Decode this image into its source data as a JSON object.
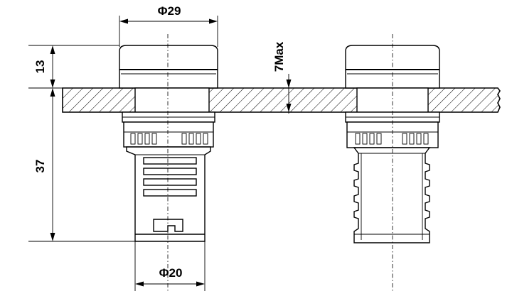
{
  "dimensions": {
    "top_diameter": "Φ29",
    "bottom_diameter": "Φ20",
    "head_height": "13",
    "body_height": "37",
    "panel_thickness": "7Max"
  },
  "colors": {
    "line": "#000000",
    "background": "#ffffff"
  }
}
